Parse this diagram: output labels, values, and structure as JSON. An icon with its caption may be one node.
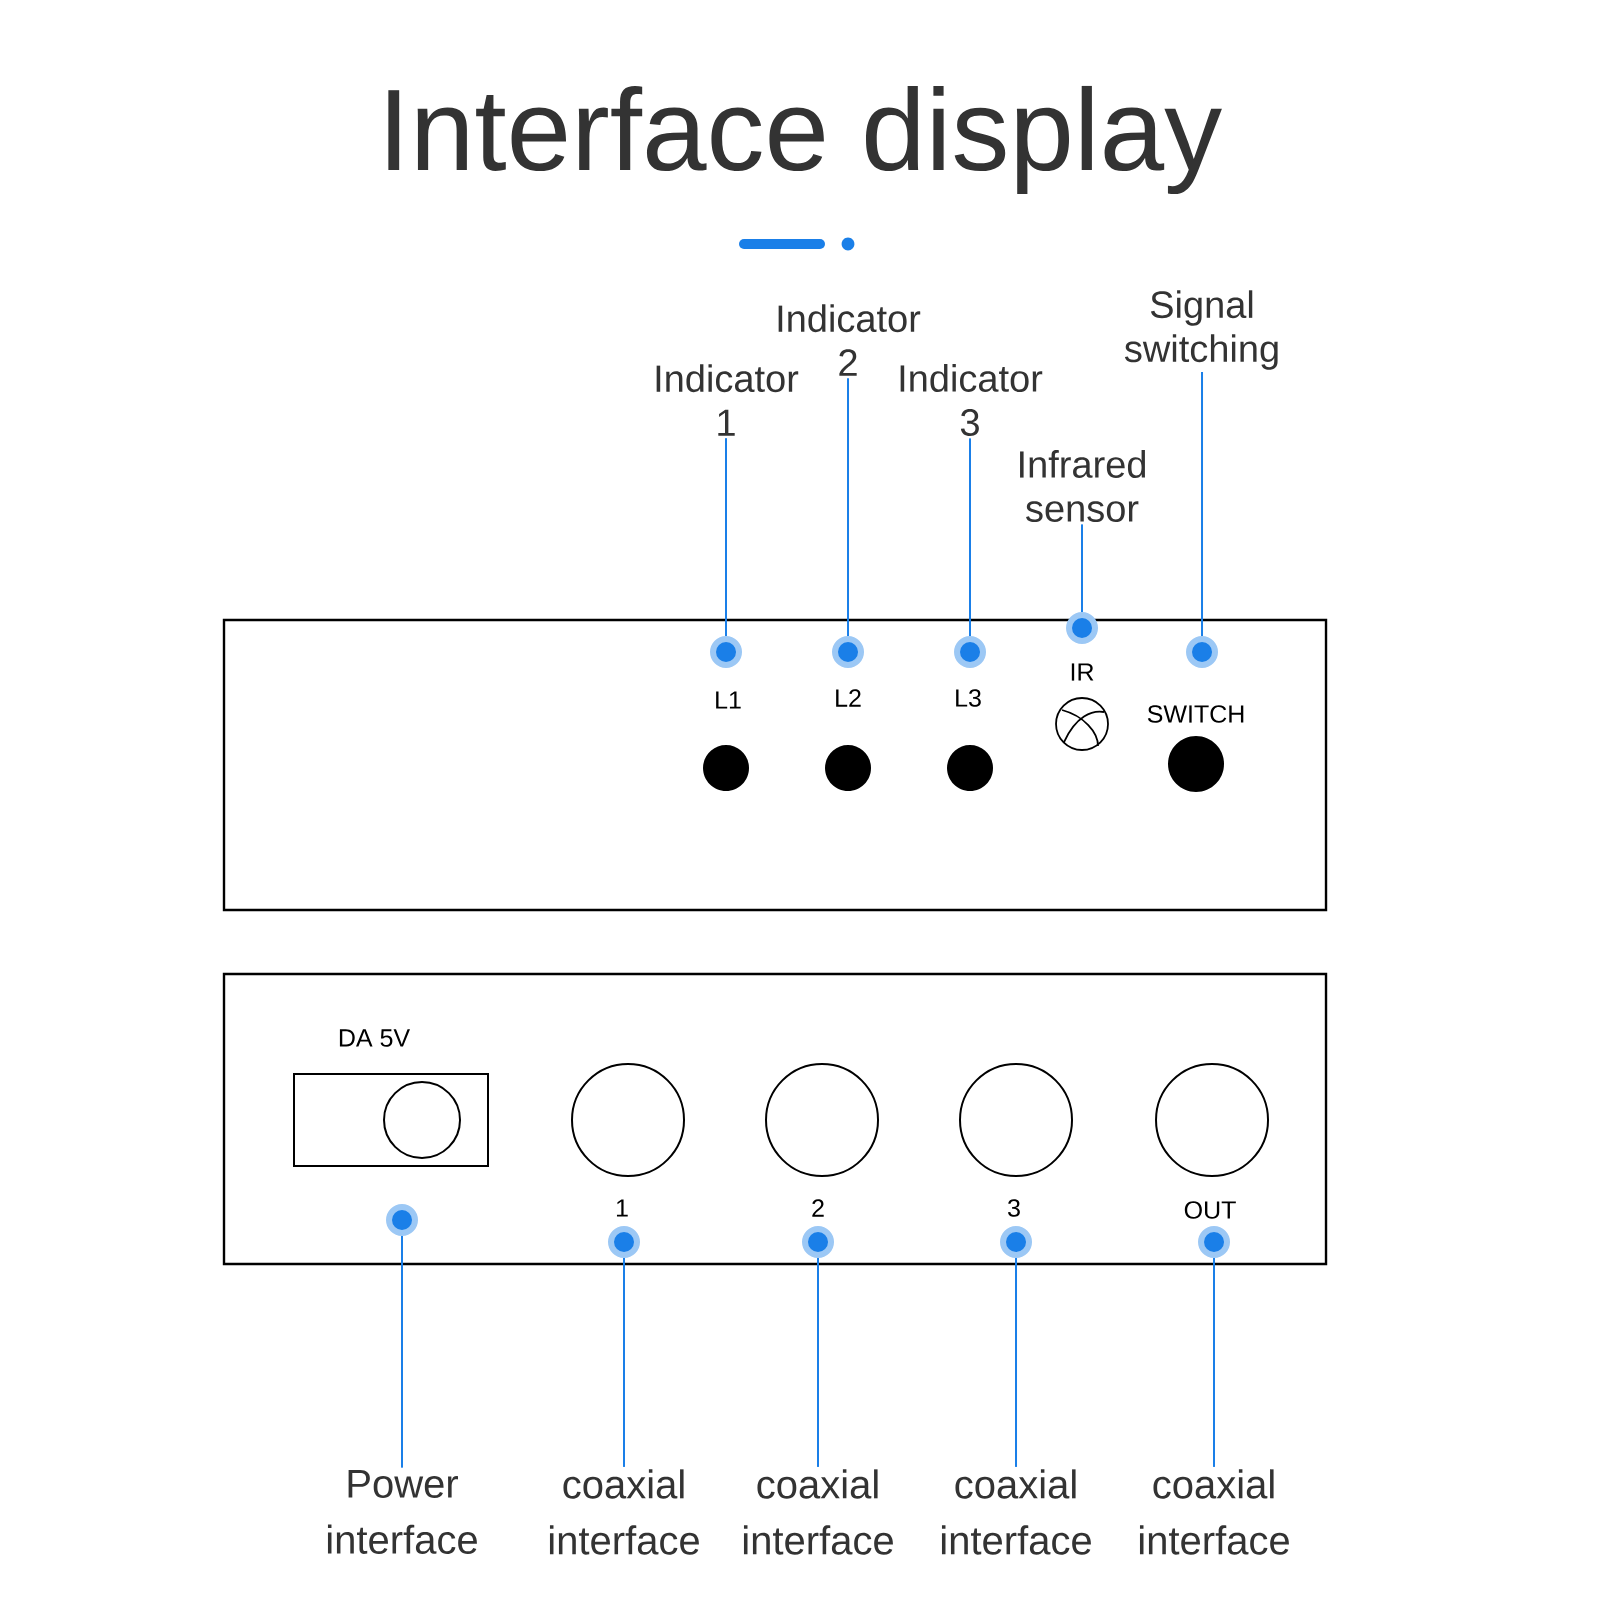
{
  "diagram": {
    "title": "Interface display",
    "nodes": [
      {
        "text": [
          "Indicator 1"
        ]
      },
      {
        "text": [
          "Indicator 2"
        ]
      },
      {
        "text": [
          "Indicator 3"
        ]
      },
      {
        "text": [
          "Infrared sensor"
        ]
      },
      {
        "text": [
          "Signal switching"
        ]
      },
      {
        "text": [],
        "shape": "circle"
      },
      {
        "text": [],
        "shape": "circle"
      },
      {
        "text": [],
        "shape": "circle"
      },
      {
        "text": [],
        "shape": "circle"
      },
      {
        "text": [],
        "shape": "circle"
      },
      {
        "text": [
          "Power interface"
        ]
      },
      {
        "text": [
          "coaxial interface"
        ]
      },
      {
        "text": [
          "coaxial interface"
        ]
      },
      {
        "text": [
          "coaxial interface"
        ]
      },
      {
        "text": [
          "coaxial interface"
        ]
      },
      {
        "text": [],
        "shape": "circle"
      },
      {
        "text": [],
        "shape": "circle"
      },
      {
        "text": [],
        "shape": "circle"
      },
      {
        "text": [],
        "shape": "circle"
      },
      {
        "text": [],
        "shape": "circle"
      }
    ],
    "edges": [
      {
        "from": 0,
        "to": 5,
        "arrow": "none"
      },
      {
        "from": 1,
        "to": 6,
        "arrow": "none"
      },
      {
        "from": 2,
        "to": 7,
        "arrow": "none"
      },
      {
        "from": 3,
        "to": 8,
        "arrow": "none"
      },
      {
        "from": 4,
        "to": 9,
        "arrow": "none"
      },
      {
        "from": 10,
        "to": 15,
        "arrow": "none"
      },
      {
        "from": 11,
        "to": 16,
        "arrow": "none"
      },
      {
        "from": 12,
        "to": 17,
        "arrow": "none"
      },
      {
        "from": 13,
        "to": 18,
        "arrow": "none"
      },
      {
        "from": 14,
        "to": 19,
        "arrow": "none"
      }
    ],
    "labels": [
      "L1",
      "L2",
      "L3",
      "IR",
      "SWITCH",
      "DA 5V",
      "1",
      "2",
      "3",
      "OUT"
    ]
  }
}
